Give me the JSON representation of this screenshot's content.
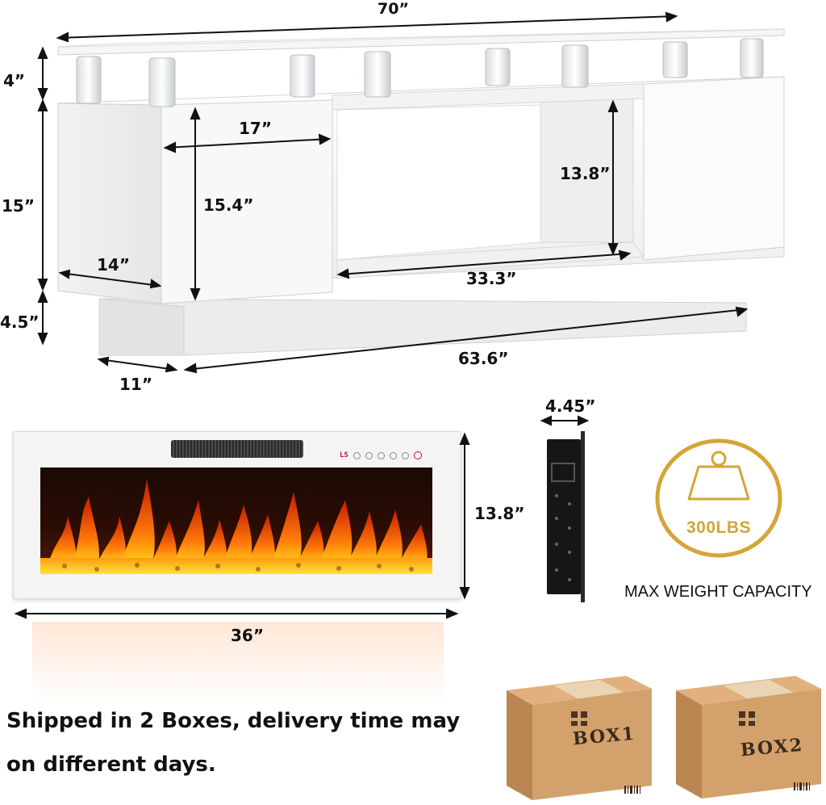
{
  "dimensions": {
    "overall_width": "70”",
    "top_height": "4”",
    "cabinet_height": "15”",
    "base_height": "4.5”",
    "depth": "11”",
    "base_width": "63.6”",
    "door_width": "17”",
    "door_height": "15.4”",
    "side_depth": "14”",
    "opening_height": "13.8”",
    "opening_width": "33.3”"
  },
  "fireplace": {
    "width": "36”",
    "height": "13.8”",
    "depth": "4.45”",
    "panel_display": "LS"
  },
  "weight": {
    "badge_value": "300LBS",
    "caption": "MAX WEIGHT CAPACITY",
    "badge_color": "#d4a537"
  },
  "shipping": {
    "line1": "Shipped in 2 Boxes, delivery time may",
    "line2": "on different days.",
    "box1_label": "BOX1",
    "box2_label": "BOX2",
    "box_color": "#d3a26c"
  }
}
